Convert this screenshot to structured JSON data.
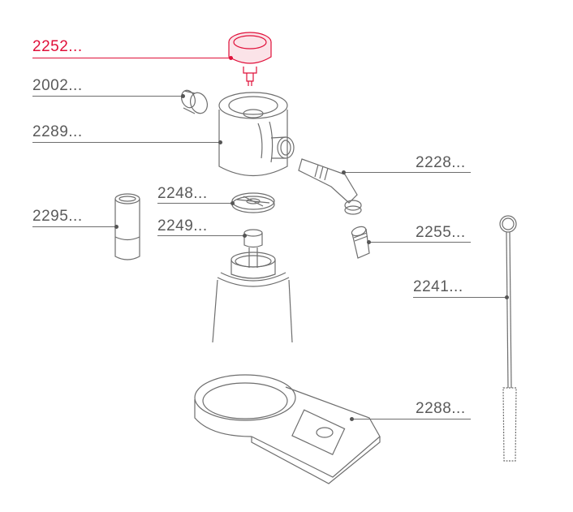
{
  "diagram": {
    "type": "exploded-parts-view",
    "accent_color": "#e0103a",
    "line_color": "#6e6e6e",
    "parts": [
      {
        "id": "2252",
        "label": "2252...",
        "selected": true,
        "part": "cream-whipper-head-valve-cap"
      },
      {
        "id": "2002",
        "label": "2002...",
        "selected": false,
        "part": "sealing-ring"
      },
      {
        "id": "2289",
        "label": "2289...",
        "selected": false,
        "part": "head-housing"
      },
      {
        "id": "2228",
        "label": "2228...",
        "selected": false,
        "part": "angled-nozzle"
      },
      {
        "id": "2248",
        "label": "2248...",
        "selected": false,
        "part": "gasket-disc"
      },
      {
        "id": "2295",
        "label": "2295...",
        "selected": false,
        "part": "charger-holder"
      },
      {
        "id": "2249",
        "label": "2249...",
        "selected": false,
        "part": "valve-tube"
      },
      {
        "id": "2255",
        "label": "2255...",
        "selected": false,
        "part": "decorating-tip"
      },
      {
        "id": "2241",
        "label": "2241...",
        "selected": false,
        "part": "cleaning-brush"
      },
      {
        "id": "2288",
        "label": "2288...",
        "selected": false,
        "part": "stand-base"
      }
    ]
  }
}
